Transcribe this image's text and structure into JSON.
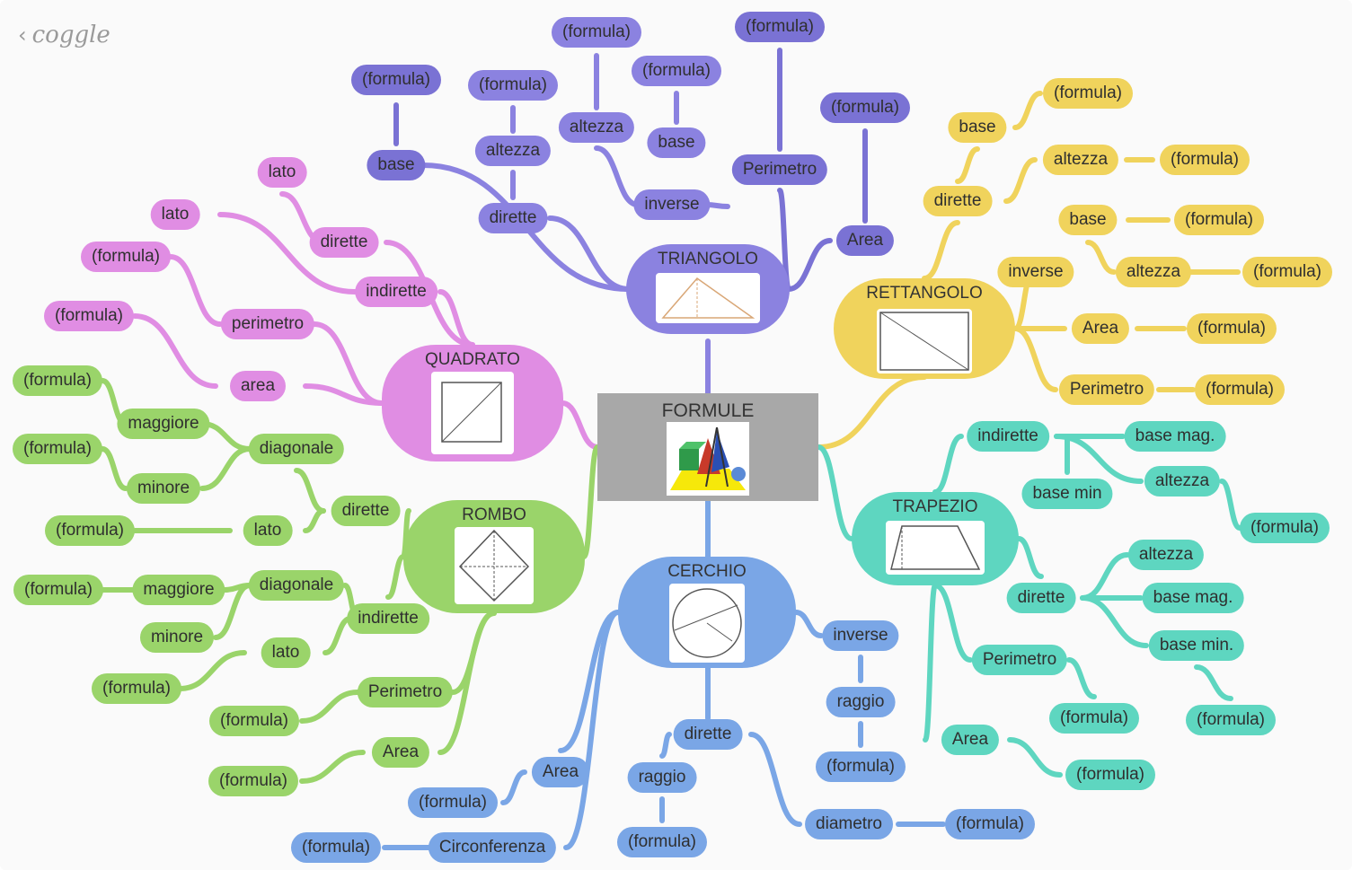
{
  "app": {
    "logo_text": "coggle",
    "back_icon": "chevron-left-icon"
  },
  "colors": {
    "background": "#fafafa",
    "center": "#a8a8a8",
    "triangolo": "#8b82e0",
    "triangolo_dark": "#7a72d4",
    "rettangolo": "#f0d35c",
    "quadrato": "#e08de3",
    "rombo": "#9ad46a",
    "cerchio": "#7aa6e6",
    "trapezio": "#5ed6c0"
  },
  "center": {
    "title": "FORMULE",
    "icon": "geometry-tools-icon"
  },
  "hubs": {
    "triangolo": {
      "title": "TRIANGOLO",
      "image": "triangle-diagram-icon"
    },
    "rettangolo": {
      "title": "RETTANGOLO",
      "image": "rectangle-diagram-icon"
    },
    "quadrato": {
      "title": "QUADRATO",
      "image": "square-diagram-icon"
    },
    "rombo": {
      "title": "ROMBO",
      "image": "rhombus-diagram-icon"
    },
    "cerchio": {
      "title": "CERCHIO",
      "image": "circle-diagram-icon"
    },
    "trapezio": {
      "title": "TRAPEZIO",
      "image": "trapezoid-diagram-icon"
    }
  },
  "nodes": [
    {
      "label": "(formula)",
      "color": "triangolo_dark"
    },
    {
      "label": "base",
      "color": "triangolo_dark"
    },
    {
      "label": "(formula)",
      "color": "triangolo"
    },
    {
      "label": "altezza",
      "color": "triangolo"
    },
    {
      "label": "dirette",
      "color": "triangolo"
    },
    {
      "label": "(formula)",
      "color": "triangolo"
    },
    {
      "label": "altezza",
      "color": "triangolo"
    },
    {
      "label": "(formula)",
      "color": "triangolo"
    },
    {
      "label": "base",
      "color": "triangolo"
    },
    {
      "label": "inverse",
      "color": "triangolo"
    },
    {
      "label": "(formula)",
      "color": "triangolo_dark"
    },
    {
      "label": "Perimetro",
      "color": "triangolo_dark"
    },
    {
      "label": "(formula)",
      "color": "triangolo_dark"
    },
    {
      "label": "Area",
      "color": "triangolo_dark"
    },
    {
      "label": "base",
      "color": "rettangolo"
    },
    {
      "label": "(formula)",
      "color": "rettangolo"
    },
    {
      "label": "altezza",
      "color": "rettangolo"
    },
    {
      "label": "(formula)",
      "color": "rettangolo"
    },
    {
      "label": "dirette",
      "color": "rettangolo"
    },
    {
      "label": "base",
      "color": "rettangolo"
    },
    {
      "label": "(formula)",
      "color": "rettangolo"
    },
    {
      "label": "inverse",
      "color": "rettangolo"
    },
    {
      "label": "altezza",
      "color": "rettangolo"
    },
    {
      "label": "(formula)",
      "color": "rettangolo"
    },
    {
      "label": "Area",
      "color": "rettangolo"
    },
    {
      "label": "(formula)",
      "color": "rettangolo"
    },
    {
      "label": "Perimetro",
      "color": "rettangolo"
    },
    {
      "label": "(formula)",
      "color": "rettangolo"
    },
    {
      "label": "lato",
      "color": "quadrato"
    },
    {
      "label": "lato",
      "color": "quadrato"
    },
    {
      "label": "dirette",
      "color": "quadrato"
    },
    {
      "label": "indirette",
      "color": "quadrato"
    },
    {
      "label": "(formula)",
      "color": "quadrato"
    },
    {
      "label": "perimetro",
      "color": "quadrato"
    },
    {
      "label": "(formula)",
      "color": "quadrato"
    },
    {
      "label": "area",
      "color": "quadrato"
    },
    {
      "label": "(formula)",
      "color": "rombo"
    },
    {
      "label": "maggiore",
      "color": "rombo"
    },
    {
      "label": "diagonale",
      "color": "rombo"
    },
    {
      "label": "(formula)",
      "color": "rombo"
    },
    {
      "label": "minore",
      "color": "rombo"
    },
    {
      "label": "dirette",
      "color": "rombo"
    },
    {
      "label": "(formula)",
      "color": "rombo"
    },
    {
      "label": "lato",
      "color": "rombo"
    },
    {
      "label": "(formula)",
      "color": "rombo"
    },
    {
      "label": "maggiore",
      "color": "rombo"
    },
    {
      "label": "diagonale",
      "color": "rombo"
    },
    {
      "label": "minore",
      "color": "rombo"
    },
    {
      "label": "indirette",
      "color": "rombo"
    },
    {
      "label": "lato",
      "color": "rombo"
    },
    {
      "label": "(formula)",
      "color": "rombo"
    },
    {
      "label": "Perimetro",
      "color": "rombo"
    },
    {
      "label": "(formula)",
      "color": "rombo"
    },
    {
      "label": "Area",
      "color": "rombo"
    },
    {
      "label": "(formula)",
      "color": "rombo"
    },
    {
      "label": "inverse",
      "color": "cerchio"
    },
    {
      "label": "raggio",
      "color": "cerchio"
    },
    {
      "label": "(formula)",
      "color": "cerchio"
    },
    {
      "label": "dirette",
      "color": "cerchio"
    },
    {
      "label": "raggio",
      "color": "cerchio"
    },
    {
      "label": "(formula)",
      "color": "cerchio"
    },
    {
      "label": "diametro",
      "color": "cerchio"
    },
    {
      "label": "(formula)",
      "color": "cerchio"
    },
    {
      "label": "Area",
      "color": "cerchio"
    },
    {
      "label": "(formula)",
      "color": "cerchio"
    },
    {
      "label": "Circonferenza",
      "color": "cerchio"
    },
    {
      "label": "(formula)",
      "color": "cerchio"
    },
    {
      "label": "indirette",
      "color": "trapezio"
    },
    {
      "label": "base mag.",
      "color": "trapezio"
    },
    {
      "label": "base min",
      "color": "trapezio"
    },
    {
      "label": "altezza",
      "color": "trapezio"
    },
    {
      "label": "(formula)",
      "color": "trapezio"
    },
    {
      "label": "altezza",
      "color": "trapezio"
    },
    {
      "label": "dirette",
      "color": "trapezio"
    },
    {
      "label": "base mag.",
      "color": "trapezio"
    },
    {
      "label": "base min.",
      "color": "trapezio"
    },
    {
      "label": "Perimetro",
      "color": "trapezio"
    },
    {
      "label": "(formula)",
      "color": "trapezio"
    },
    {
      "label": "(formula)",
      "color": "trapezio"
    },
    {
      "label": "Area",
      "color": "trapezio"
    },
    {
      "label": "(formula)",
      "color": "trapezio"
    }
  ]
}
